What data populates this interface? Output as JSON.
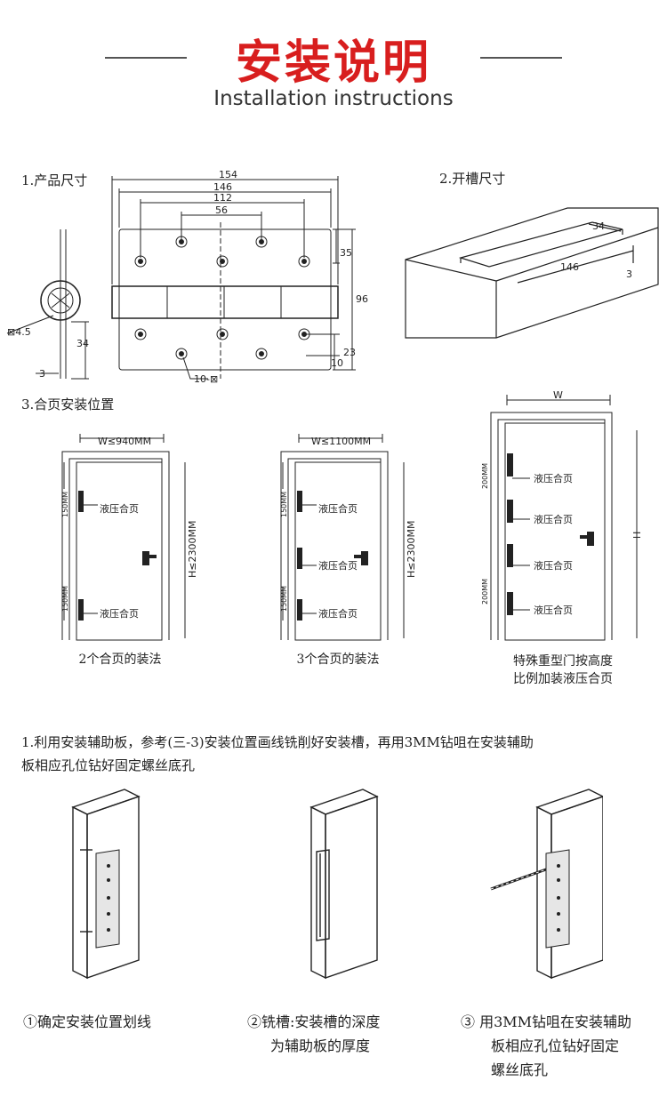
{
  "header": {
    "title": "安装说明",
    "subtitle": "Installation instructions"
  },
  "section1": {
    "label": "1.产品尺寸",
    "dims": {
      "overall": "154",
      "d146": "146",
      "d112": "112",
      "d56": "56",
      "d35": "35",
      "d96": "96",
      "d23": "23",
      "d10": "10",
      "d34": "34",
      "d3": "3",
      "knuckle": "⊠4.5",
      "screw": "10-⊠"
    }
  },
  "section2": {
    "label": "2.开槽尺寸",
    "dims": {
      "width": "34",
      "length": "146",
      "depth": "3"
    }
  },
  "section3": {
    "label": "3.合页安装位置",
    "hinge_label": "液压合页",
    "door1": {
      "width": "W≤940MM",
      "height": "H≤2300MM",
      "top": "150MM",
      "bottom": "150MM",
      "caption": "2个合页的装法"
    },
    "door2": {
      "width": "W≤1100MM",
      "height": "H≤2300MM",
      "top": "150MM",
      "bottom": "150MM",
      "caption": "3个合页的装法"
    },
    "door3": {
      "width": "W",
      "height": "H",
      "top": "200MM",
      "bottom": "200MM",
      "caption_line1": "特殊重型门按高度",
      "caption_line2": "比例加装液压合页"
    }
  },
  "instructions": {
    "line1": "1.利用安装辅助板，参考(三-3)安装位置画线铣削好安装槽，再用3MM钻咀在安装辅助",
    "line2": "板相应孔位钻好固定螺丝底孔"
  },
  "steps": {
    "s1": {
      "num": "①",
      "line1": "确定安装位置划线"
    },
    "s2": {
      "num": "②",
      "line1": "铣槽:安装槽的深度",
      "line2": "为辅助板的厚度"
    },
    "s3": {
      "num": "③",
      "line1": "用3MM钻咀在安装辅助",
      "line2": "板相应孔位钻好固定",
      "line3": "螺丝底孔"
    }
  }
}
